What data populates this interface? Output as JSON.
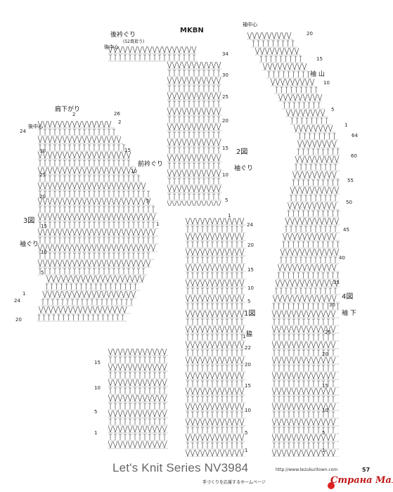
{
  "labels": {
    "back_neck": "後衿ぐり",
    "back_center_top": "後中心",
    "sleeve_center": "袖中心",
    "sleeve_cap": "袖 山",
    "shoulder_slope": "肩下がり",
    "back_center_left": "後中心",
    "front_neck": "前衿ぐり",
    "fig3": "3図",
    "armhole_left": "袖ぐり",
    "fig2": "2図",
    "armhole_mid": "袖ぐり",
    "fig1": "1図",
    "side": "脇",
    "fig4": "4図",
    "underarm": "袖 下",
    "top_mirrored": "MKBN",
    "pick_up": "(52目拾う)"
  },
  "row_markers": {
    "fig3": [
      "26",
      "24",
      "30",
      "25",
      "20",
      "15",
      "10",
      "5",
      "1",
      "24",
      "20",
      "2",
      "2",
      "15",
      "10",
      "5",
      "1"
    ],
    "fig2": [
      "34",
      "30",
      "25",
      "20",
      "15",
      "10",
      "5",
      "1",
      "24"
    ],
    "fig1": [
      "20",
      "15",
      "10",
      "5",
      "1",
      "22",
      "20",
      "15",
      "10",
      "5",
      "1"
    ],
    "fig4": [
      "20",
      "15",
      "10",
      "5",
      "1",
      "64",
      "60",
      "55",
      "50",
      "45",
      "40",
      "35",
      "30",
      "25",
      "20",
      "15",
      "10",
      "5",
      "1"
    ],
    "small": [
      "15",
      "10",
      "5",
      "1"
    ]
  },
  "footer": {
    "title": "Let's Knit Series NV3984",
    "url": "http://www.tezukuritown.com",
    "subtitle": "手づくりを応援するホームページ",
    "page": "57",
    "watermark": "Страна Мам"
  }
}
